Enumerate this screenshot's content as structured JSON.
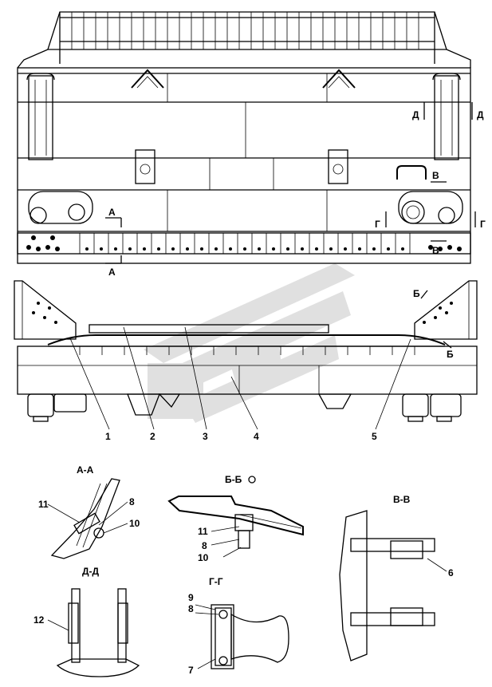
{
  "plan_view": {
    "section_marks": {
      "a": "А",
      "b": "Б",
      "v": "В",
      "g": "Г",
      "d": "Д"
    }
  },
  "front_view": {
    "callouts": [
      "1",
      "2",
      "3",
      "4",
      "5"
    ],
    "section_b_mark": "Б"
  },
  "sections": {
    "aa": {
      "title": "А-А",
      "callouts": [
        "11",
        "8",
        "10"
      ]
    },
    "bb": {
      "title": "Б-Б",
      "callouts": [
        "11",
        "8",
        "10"
      ]
    },
    "vv": {
      "title": "В-В",
      "callouts": [
        "6"
      ]
    },
    "dd": {
      "title": "Д-Д",
      "callouts": [
        "12"
      ]
    },
    "gg": {
      "title": "Г-Г",
      "callouts": [
        "9",
        "8",
        "7"
      ]
    }
  },
  "colors": {
    "line": "#000000",
    "watermark": "#c8c8c8",
    "background": "#ffffff"
  }
}
